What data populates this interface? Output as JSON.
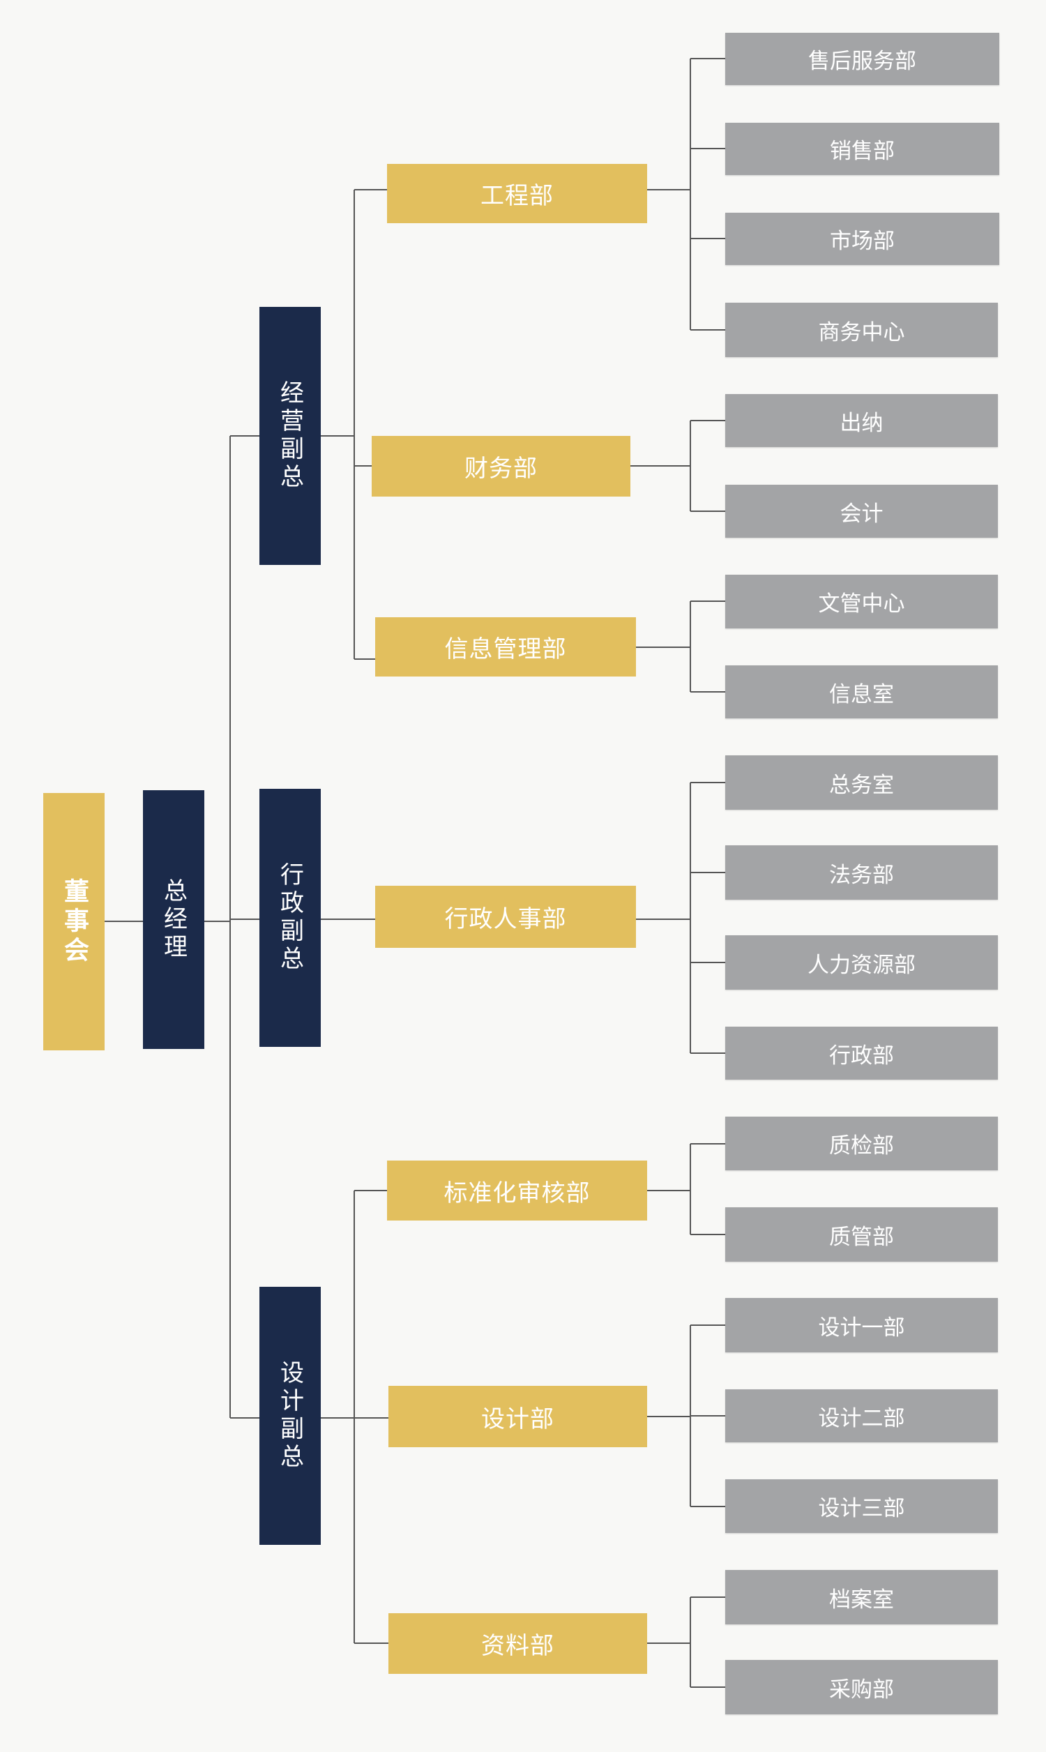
{
  "board": "董事会",
  "gm": "总经理",
  "vps": [
    {
      "title": "经营副总",
      "departments": [
        {
          "name": "工程部",
          "units": [
            "售后服务部",
            "销售部",
            "市场部",
            "商务中心"
          ]
        },
        {
          "name": "财务部",
          "units": [
            "出纳",
            "会计"
          ]
        },
        {
          "name": "信息管理部",
          "units": [
            "文管中心",
            "信息室"
          ]
        }
      ]
    },
    {
      "title": "行政副总",
      "departments": [
        {
          "name": "行政人事部",
          "units": [
            "总务室",
            "法务部",
            "人力资源部",
            "行政部"
          ]
        }
      ]
    },
    {
      "title": "设计副总",
      "departments": [
        {
          "name": "标准化审核部",
          "units": [
            "质检部",
            "质管部"
          ]
        },
        {
          "name": "设计部",
          "units": [
            "设计一部",
            "设计二部",
            "设计三部"
          ]
        },
        {
          "name": "资料部",
          "units": [
            "档案室",
            "采购部"
          ]
        }
      ]
    }
  ],
  "colors": {
    "board": "#e2bf5e",
    "executive": "#1b2a4a",
    "department": "#e2bf5e",
    "unit": "#a3a4a6",
    "line": "#555555"
  }
}
